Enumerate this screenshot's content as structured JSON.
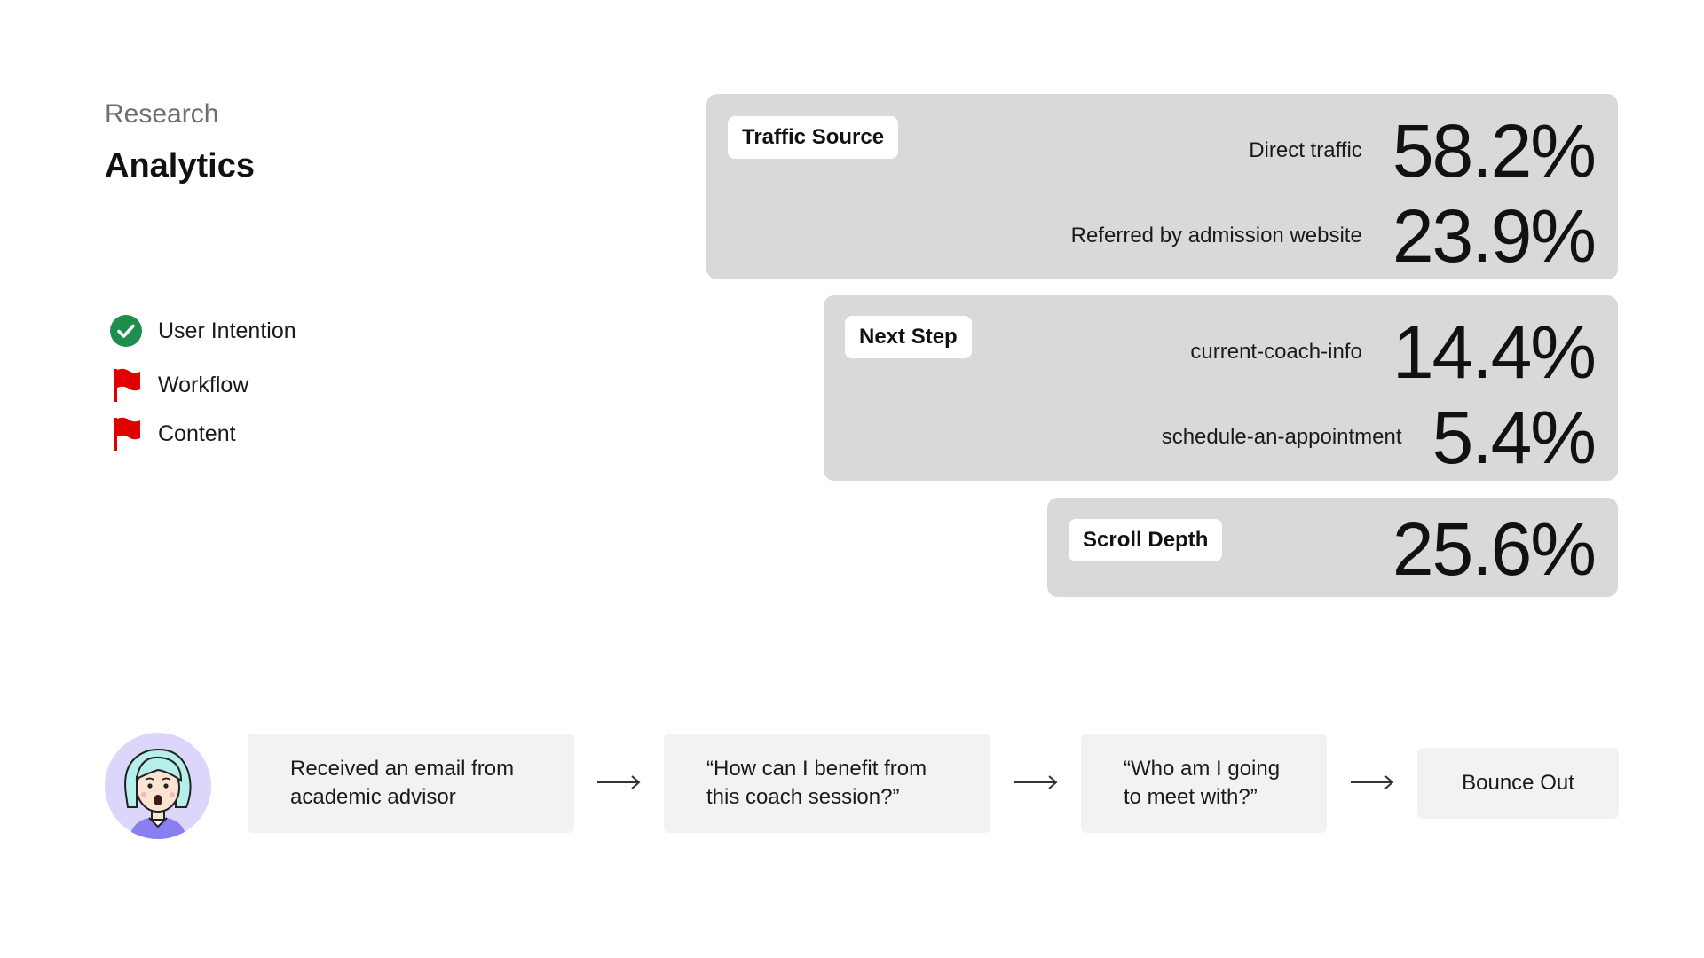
{
  "header": {
    "eyebrow": "Research",
    "title": "Analytics"
  },
  "legend": [
    {
      "label": "User Intention",
      "icon": "check-circle-icon",
      "color": "#1e8e4e"
    },
    {
      "label": "Workflow",
      "icon": "red-flag-icon",
      "color": "#e00000"
    },
    {
      "label": "Content",
      "icon": "red-flag-icon",
      "color": "#e00000"
    }
  ],
  "metrics": {
    "traffic_source": {
      "tag": "Traffic Source",
      "rows": [
        {
          "label": "Direct traffic",
          "value": "58.2%"
        },
        {
          "label": "Referred by admission website",
          "value": "23.9%"
        }
      ]
    },
    "next_step": {
      "tag": "Next Step",
      "rows": [
        {
          "label": "current-coach-info",
          "value": "14.4%"
        },
        {
          "label": "schedule-an-appointment",
          "value": "5.4%"
        }
      ]
    },
    "scroll_depth": {
      "tag": "Scroll Depth",
      "value": "25.6%"
    }
  },
  "journey": {
    "avatar_icon": "surprised-user-avatar",
    "steps": [
      {
        "line1": "Received an email from",
        "line2": "academic advisor"
      },
      {
        "line1": "“How can I benefit from",
        "line2": "this coach session?”"
      },
      {
        "line1": "“Who am I going",
        "line2": "to meet with?”"
      },
      {
        "line1": "Bounce Out",
        "line2": ""
      }
    ]
  },
  "colors": {
    "card_bg": "#d9d9d9",
    "step_bg": "#f2f2f2",
    "avatar_bg": "#ddd6fb"
  }
}
